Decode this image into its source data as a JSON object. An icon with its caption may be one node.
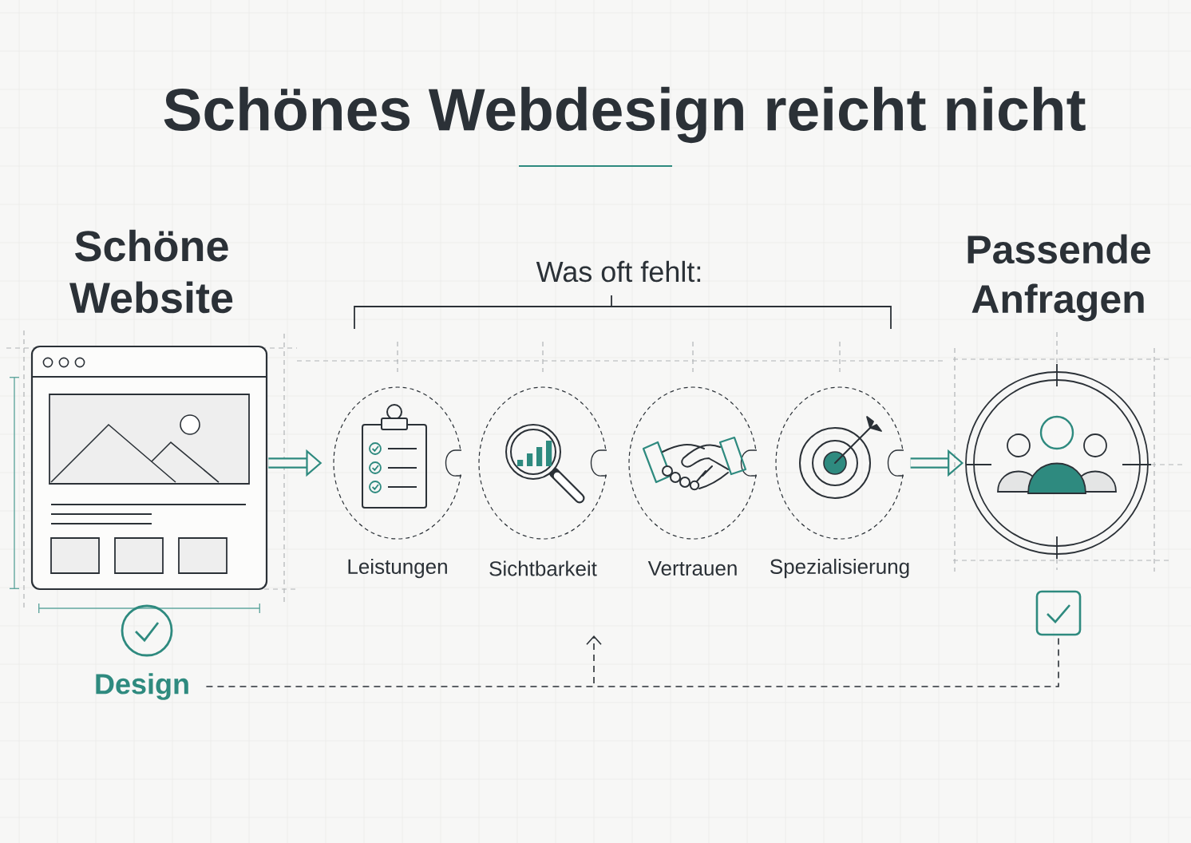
{
  "diagram": {
    "title": "Schönes Webdesign reicht nicht",
    "nodes": [
      {
        "text": [
          "Schöne Website"
        ]
      },
      {
        "text": [
          "Leistungen"
        ]
      },
      {
        "text": [
          "Sichtbarkeit"
        ]
      },
      {
        "text": [
          "Vertrauen"
        ]
      },
      {
        "text": [
          "Spezialisierung"
        ]
      },
      {
        "text": [
          "Passende Anfragen"
        ]
      },
      {
        "text": [
          "Design"
        ]
      },
      {
        "text": [],
        "shape": "box"
      }
    ],
    "edges": [
      {
        "from": 0,
        "to": 1,
        "arrow": "to"
      },
      {
        "from": 4,
        "to": 5,
        "arrow": "to"
      },
      {
        "from": 6,
        "to": 7,
        "arrow": "none",
        "style": "dashed",
        "color": "#2b3137"
      }
    ],
    "labels": [
      "Was oft fehlt:"
    ]
  }
}
